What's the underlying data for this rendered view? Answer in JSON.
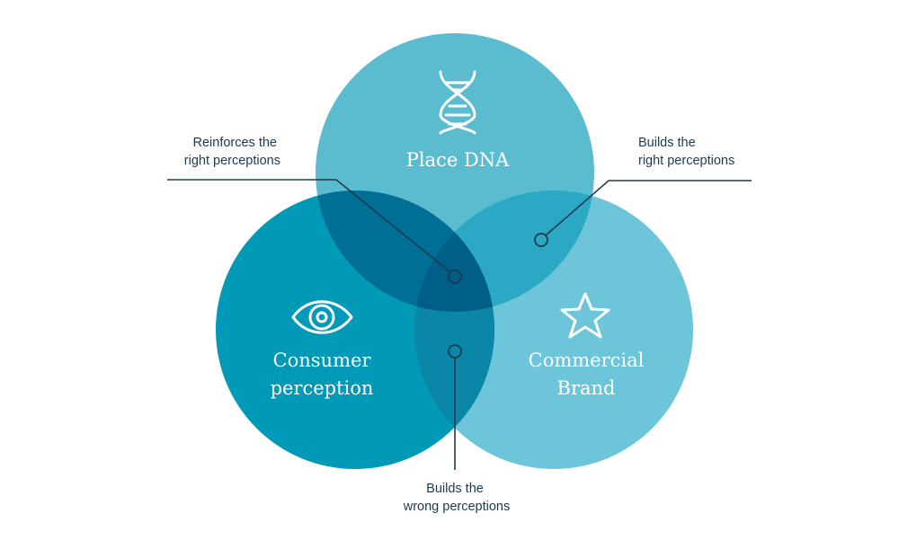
{
  "colors": {
    "place_dna": "#5cbccf",
    "consumer": "#0099b8",
    "commercial": "#6cc5d8",
    "overlap_top_left": "#006f95",
    "overlap_top_right": "#2aa8c4",
    "overlap_bottom": "#0a86a7",
    "overlap_center": "#005f86",
    "ink": "#1f3a4f"
  },
  "circles": {
    "place_dna": {
      "label_lines": [
        "Place DNA"
      ],
      "icon": "dna-icon"
    },
    "consumer": {
      "label_lines": [
        "Consumer",
        "perception"
      ],
      "icon": "eye-icon"
    },
    "commercial": {
      "label_lines": [
        "Commercial",
        "Brand"
      ],
      "icon": "star-icon"
    }
  },
  "callouts": {
    "reinforces": {
      "lines": [
        "Reinforces the",
        "right perceptions"
      ]
    },
    "builds_right": {
      "lines": [
        "Builds the",
        "right perceptions"
      ]
    },
    "builds_wrong": {
      "lines": [
        "Builds the",
        "wrong perceptions"
      ]
    }
  }
}
